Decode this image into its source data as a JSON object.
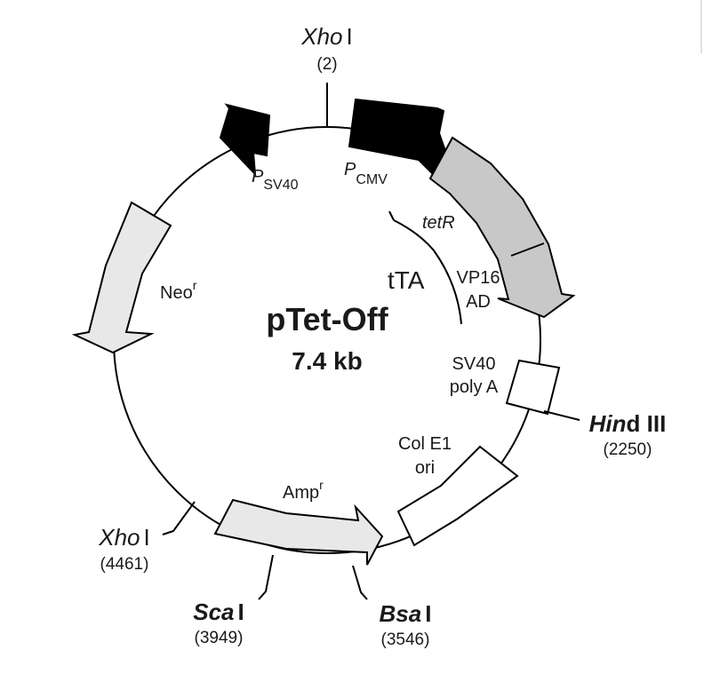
{
  "plasmid": {
    "name": "pTet-Off",
    "size": "7.4 kb"
  },
  "features": {
    "psv40": {
      "p": "P",
      "sub": "SV40"
    },
    "pcmv": {
      "p": "P",
      "sub": "CMV"
    },
    "tetr": "tetR",
    "tta": "tTA",
    "vp16_line1": "VP16",
    "vp16_line2": "AD",
    "neo": {
      "base": "Neo",
      "sup": "r"
    },
    "amp": {
      "base": "Amp",
      "sup": "r"
    },
    "sv40polya_line1": "SV40",
    "sv40polya_line2": "poly A",
    "colE1_line1": "Col E1",
    "colE1_line2": "ori"
  },
  "sites": {
    "xho_top": {
      "italic": "Xho",
      "roman": "I",
      "position": "(2)"
    },
    "hind": {
      "italic": "Hin",
      "roman": "d III",
      "position": "(2250)"
    },
    "xho_left": {
      "italic": "Xho",
      "roman": "I",
      "position": "(4461)"
    },
    "sca": {
      "italic": "Sca",
      "roman": "I",
      "position": "(3949)"
    },
    "bsa": {
      "italic": "Bsa",
      "roman": "I",
      "position": "(3546)"
    }
  },
  "colors": {
    "promoter": "#000000",
    "tta_fill": "#c8c8c8",
    "light_fill": "#e8e8e8",
    "white_fill": "#ffffff"
  }
}
